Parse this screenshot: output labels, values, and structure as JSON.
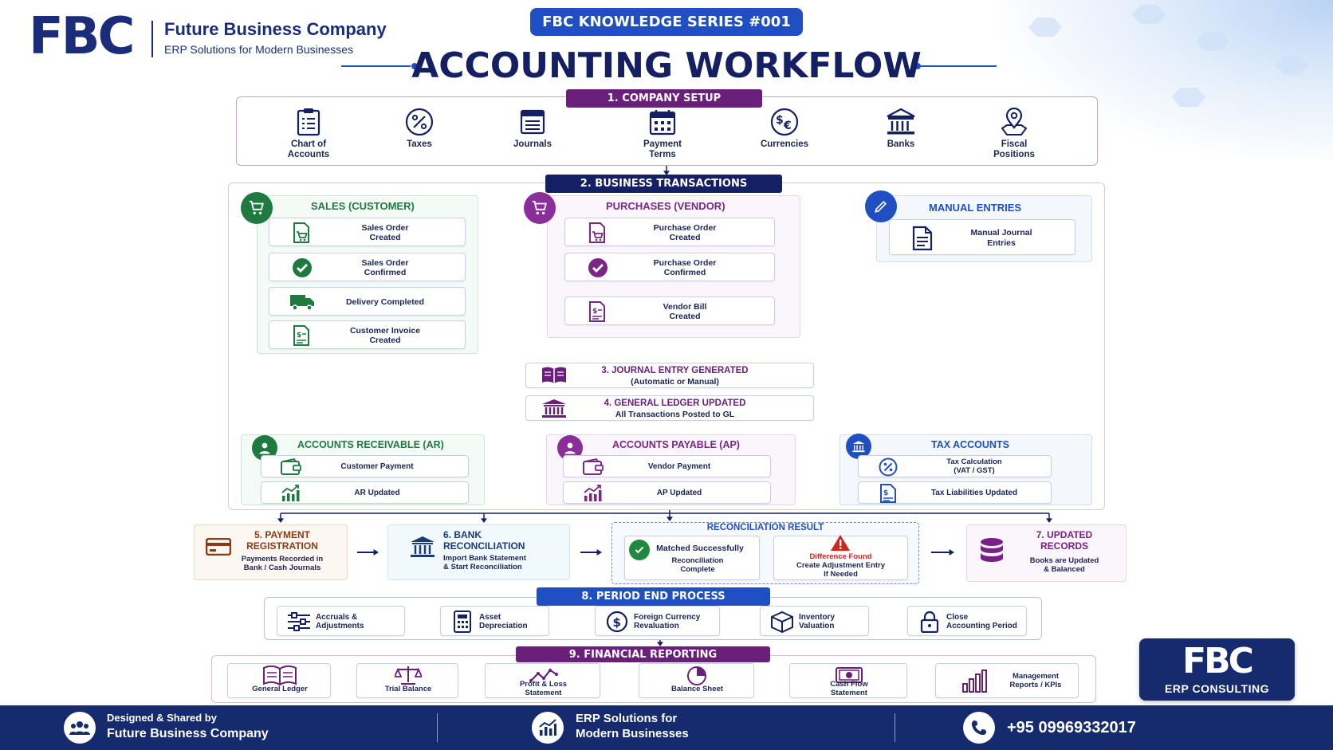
{
  "brand": {
    "logo": "FBC",
    "company": "Future Business Company",
    "tagline": "ERP Solutions for Modern Businesses",
    "series": "FBC KNOWLEDGE SERIES #001",
    "title": "ACCOUNTING WORKFLOW"
  },
  "setup": {
    "title": "1. COMPANY SETUP",
    "items": [
      {
        "label": "Chart of\nAccounts",
        "icon": "clipboard-list-icon"
      },
      {
        "label": "Taxes",
        "icon": "percent-icon"
      },
      {
        "label": "Journals",
        "icon": "journal-book-icon"
      },
      {
        "label": "Payment\nTerms",
        "icon": "calendar-icon"
      },
      {
        "label": "Currencies",
        "icon": "currency-icon"
      },
      {
        "label": "Banks",
        "icon": "bank-icon"
      },
      {
        "label": "Fiscal\nPositions",
        "icon": "map-pin-icon"
      }
    ]
  },
  "transactions": {
    "title": "2. BUSINESS TRANSACTIONS",
    "sales": {
      "title": "SALES",
      "sub": "(CUSTOMER)",
      "steps": [
        "Sales Order\nCreated",
        "Sales Order\nConfirmed",
        "Delivery Completed",
        "Customer Invoice\nCreated"
      ]
    },
    "purchases": {
      "title": "PURCHASES",
      "sub": "(VENDOR)",
      "steps": [
        "Purchase Order\nCreated",
        "Purchase Order\nConfirmed",
        "Vendor Bill\nCreated"
      ]
    },
    "manual": {
      "title": "MANUAL ENTRIES",
      "steps": [
        "Manual Journal\nEntries"
      ]
    }
  },
  "journal": {
    "title": "3. JOURNAL ENTRY GENERATED",
    "sub": "(Automatic or Manual)"
  },
  "ledger": {
    "title": "4. GENERAL LEDGER UPDATED",
    "sub": "All Transactions Posted to GL"
  },
  "ar": {
    "title": "ACCOUNTS RECEIVABLE (AR)",
    "steps": [
      "Customer Payment",
      "AR Updated"
    ]
  },
  "ap": {
    "title": "ACCOUNTS PAYABLE (AP)",
    "steps": [
      "Vendor Payment",
      "AP Updated"
    ]
  },
  "tax": {
    "title": "TAX ACCOUNTS",
    "steps": [
      "Tax Calculation\n(VAT / GST)",
      "Tax Liabilities Updated"
    ]
  },
  "payment": {
    "title": "5. PAYMENT\nREGISTRATION",
    "sub": "Payments Recorded in\nBank / Cash Journals"
  },
  "bank": {
    "title": "6.  BANK\nRECONCILIATION",
    "sub": "Import Bank Statement\n& Start Reconciliation"
  },
  "recon": {
    "title": "RECONCILIATION RESULT",
    "ok_title": "Matched Successfully",
    "ok_sub": "Reconciliation\nComplete",
    "diff_title": "Difference Found",
    "diff_sub": "Create Adjustment Entry\nIf Needed"
  },
  "records": {
    "title": "7. UPDATED\nRECORDS",
    "sub": "Books are Updated\n& Balanced"
  },
  "period": {
    "title": "8. PERIOD END PROCESS",
    "items": [
      "Accruals &\nAdjustments",
      "Asset\nDepreciation",
      "Foreign Currency\nRevaluation",
      "Inventory\nValuation",
      "Close\nAccounting Period"
    ]
  },
  "reporting": {
    "title": "9. FINANCIAL REPORTING",
    "items": [
      "General Ledger",
      "Trial Balance",
      "Profit & Loss\nStatement",
      "Balance Sheet",
      "Cash Flow\nStatement",
      "Management\nReports / KPIs"
    ]
  },
  "badge": {
    "logo": "FBC",
    "sub": "ERP CONSULTING"
  },
  "footer": {
    "designed": "Designed & Shared by",
    "company": "Future Business Company",
    "erp": "ERP Solutions for\nModern Businesses",
    "phone": "+95 09969332017"
  },
  "colors": {
    "navy": "#142063",
    "blue": "#1f4fc2",
    "purple": "#6a1f7a",
    "green": "#1f7a3f",
    "red": "#d1241b",
    "orange": "#8a3b12"
  }
}
